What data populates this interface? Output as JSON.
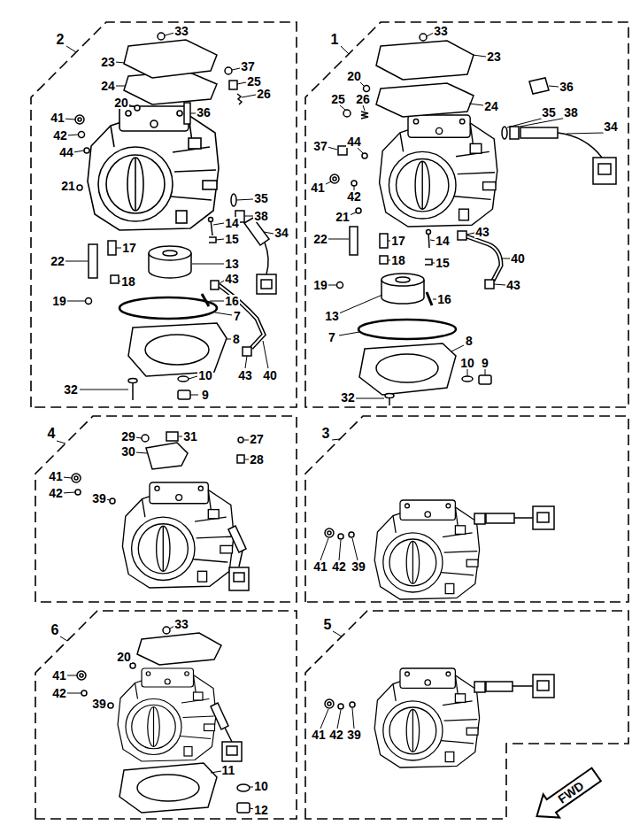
{
  "diagram": {
    "nodes": [
      {
        "text": [
          "2"
        ]
      },
      {
        "text": [
          "1"
        ]
      },
      {
        "text": [
          "4"
        ]
      },
      {
        "text": [
          "3"
        ]
      },
      {
        "text": [
          "6"
        ]
      },
      {
        "text": [
          "5"
        ]
      }
    ],
    "labels": [
      "33",
      "23",
      "24",
      "37",
      "25",
      "26",
      "41",
      "20",
      "36",
      "42",
      "44",
      "21",
      "35",
      "38",
      "34",
      "14",
      "22",
      "17",
      "15",
      "13",
      "43",
      "18",
      "16",
      "19",
      "7",
      "8",
      "43",
      "40",
      "10",
      "32",
      "9",
      "33",
      "23",
      "20",
      "24",
      "36",
      "25",
      "26",
      "35",
      "38",
      "34",
      "37",
      "44",
      "41",
      "42",
      "43",
      "21",
      "22",
      "17",
      "14",
      "18",
      "15",
      "40",
      "19",
      "16",
      "43",
      "13",
      "7",
      "8",
      "10",
      "9",
      "32",
      "29",
      "31",
      "27",
      "30",
      "28",
      "41",
      "42",
      "39",
      "41",
      "42",
      "39",
      "33",
      "20",
      "41",
      "42",
      "39",
      "11",
      "10",
      "12",
      "41",
      "42",
      "39",
      "FWD"
    ]
  }
}
